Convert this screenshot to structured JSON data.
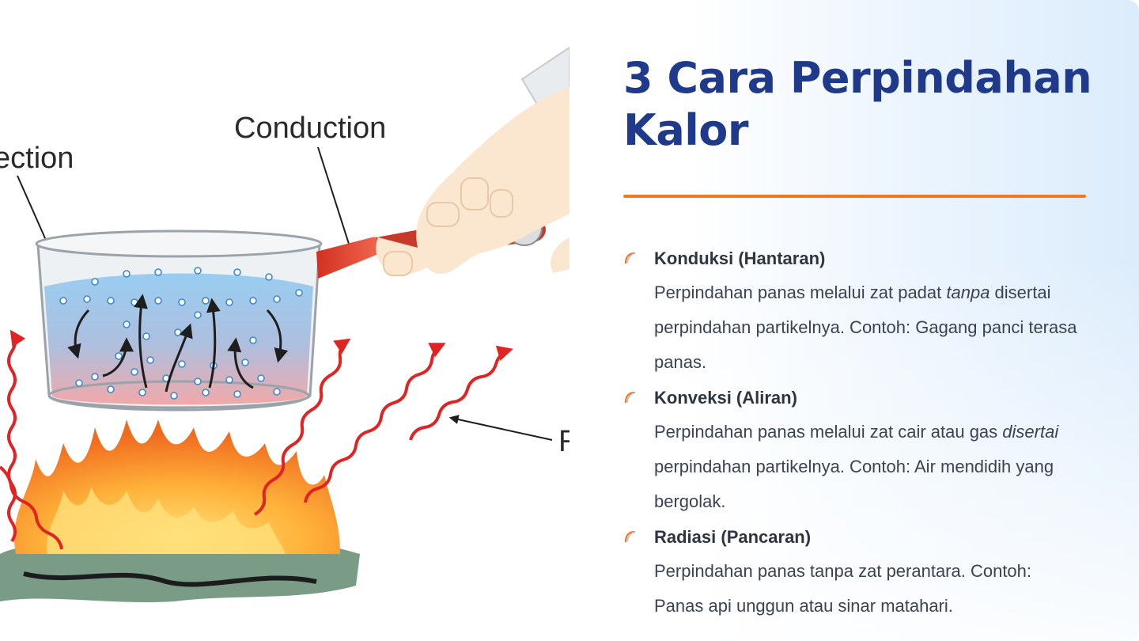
{
  "slide": {
    "title_line1": "3 Cara Perpindahan",
    "title_line2": "Kalor",
    "accent_color": "#f07a22",
    "title_color": "#1f3a8a"
  },
  "illustration": {
    "label_conduction": "Conduction",
    "label_convection": "ection",
    "label_radiation": "R"
  },
  "items": [
    {
      "title": "Konduksi (Hantaran)",
      "desc_before": " Perpindahan panas melalui zat padat ",
      "desc_em": "tanpa",
      "desc_after": " disertai perpindahan partikelnya. Contoh: Gagang panci terasa panas."
    },
    {
      "title": "Konveksi (Aliran)",
      "desc_before": " Perpindahan panas melalui zat cair atau gas ",
      "desc_em": "disertai",
      "desc_after": " perpindahan partikelnya. Contoh: Air mendidih yang bergolak."
    },
    {
      "title": "Radiasi (Pancaran)",
      "desc_before": " Perpindahan panas tanpa zat perantara. Contoh: Panas api unggun atau sinar matahari.",
      "desc_em": "",
      "desc_after": ""
    }
  ]
}
